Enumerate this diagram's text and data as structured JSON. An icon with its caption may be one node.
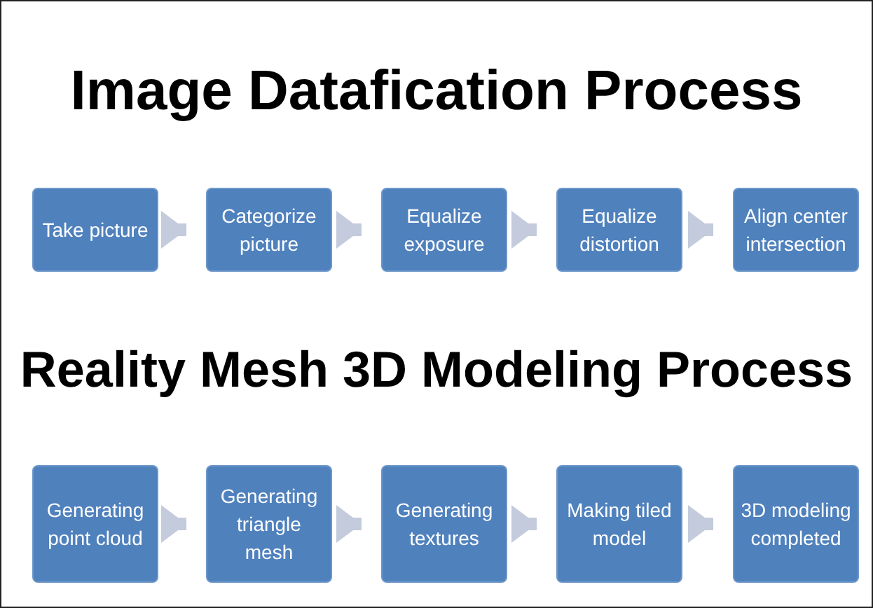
{
  "diagram": {
    "title": "Image Datafication Process",
    "nodes": [
      {
        "text": [
          "Take picture"
        ]
      },
      {
        "text": [
          "Categorize picture"
        ]
      },
      {
        "text": [
          "Equalize exposure"
        ]
      },
      {
        "text": [
          "Equalize distortion"
        ]
      },
      {
        "text": [
          "Align center intersection"
        ]
      },
      {
        "text": [
          "Generating point cloud"
        ]
      },
      {
        "text": [
          "Generating triangle mesh"
        ]
      },
      {
        "text": [
          "Generating textures"
        ]
      },
      {
        "text": [
          "Making tiled model"
        ]
      },
      {
        "text": [
          "3D modeling completed"
        ]
      }
    ],
    "edges": [
      {
        "from": 0,
        "to": 1,
        "arrow": "to"
      },
      {
        "from": 1,
        "to": 2,
        "arrow": "to"
      },
      {
        "from": 2,
        "to": 3,
        "arrow": "to"
      },
      {
        "from": 3,
        "to": 4,
        "arrow": "to"
      },
      {
        "from": 5,
        "to": 6,
        "arrow": "to"
      },
      {
        "from": 6,
        "to": 7,
        "arrow": "to"
      },
      {
        "from": 7,
        "to": 8,
        "arrow": "to"
      },
      {
        "from": 8,
        "to": 9,
        "arrow": "to"
      }
    ],
    "labels": [
      "Reality Mesh 3D Modeling Process"
    ]
  }
}
